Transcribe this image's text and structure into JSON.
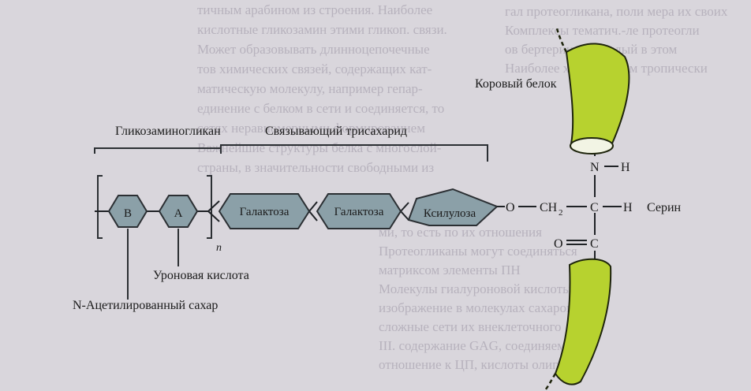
{
  "background_text": [
    "тичным арабином из строения. Наиболее",
    "кислотные гликозамин этими гликоп. связи.",
    "Может образовывать длинноцепочечные",
    "тов химических связей, содержащих кат-",
    "матическую молекулу, например гепар-",
    "единение с белком в сети и соединяется, то",
    "сетях неравномерными формированием",
    "Важнейшие структуры белка с многослой-",
    "страны, в значительности свободными из",
    "гал протеогликана, поли мера их своих",
    "Комплексы тематич.-ле протеогли",
    "ов бертерина и каждый в этом",
    "Наиболее характерным тропически",
    "ми, то есть по их отношения",
    "Протеогликаны могут соединяться",
    "матриксом элементы ПН",
    "Молекулы гиалуроновой кислоты",
    "изображение в молекулах сахаров",
    "сложные сети их внеклеточного",
    "III. содержание GAG, соединяемые",
    "отношение к ЦП, кислоты олигоса"
  ],
  "labels": {
    "glycosaminoglycan": "Гликозаминогликан",
    "linking_trisaccharide": "Связывающий трисахарид",
    "core_protein": "Коровый белок",
    "uronic_acid": "Уроновая кислота",
    "n_acetyl_sugar": "N-Ацетилированный сахар",
    "repeat_n": "n",
    "serine": "Серин"
  },
  "sugars": {
    "b": "В",
    "a": "А",
    "galactose_1": "Галактоза",
    "galactose_2": "Галактоза",
    "xylose": "Ксилулоза"
  },
  "chemistry": {
    "o_link": "O",
    "ch2": "CH",
    "ch2_sub": "2",
    "c_alpha": "C",
    "h_right": "H",
    "nh_n": "N",
    "nh_h": "H",
    "carbonyl_c": "C",
    "carbonyl_o": "O"
  },
  "colors": {
    "sugar_fill": "#8ba0a8",
    "protein_fill": "#b7d22f",
    "line": "#2b2f33"
  }
}
